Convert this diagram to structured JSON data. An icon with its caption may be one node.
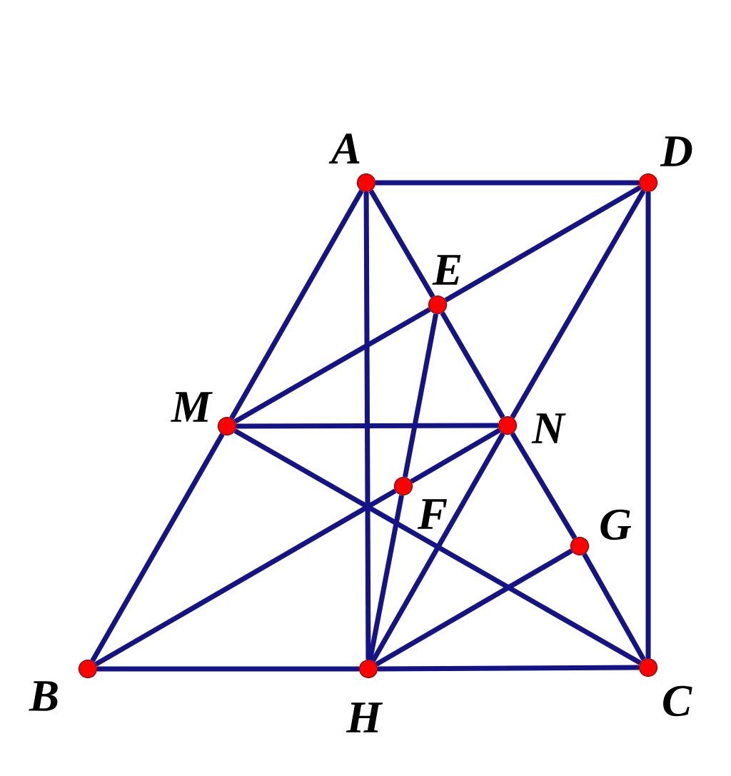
{
  "diagram": {
    "nodes": [
      {
        "text": [
          "A"
        ]
      },
      {
        "text": [
          "D"
        ]
      },
      {
        "text": [
          "E"
        ]
      },
      {
        "text": [
          "M"
        ]
      },
      {
        "text": [
          "N"
        ]
      },
      {
        "text": [
          "F"
        ]
      },
      {
        "text": [
          "G"
        ]
      },
      {
        "text": [
          "B"
        ]
      },
      {
        "text": [
          "H"
        ]
      },
      {
        "text": [
          "C"
        ]
      }
    ],
    "edges": [
      {
        "from": 0,
        "to": 1,
        "arrow": "none"
      },
      {
        "from": 0,
        "to": 3,
        "arrow": "none"
      },
      {
        "from": 3,
        "to": 7,
        "arrow": "none"
      },
      {
        "from": 0,
        "to": 8,
        "arrow": "none"
      },
      {
        "from": 0,
        "to": 2,
        "arrow": "none"
      },
      {
        "from": 2,
        "to": 4,
        "arrow": "none"
      },
      {
        "from": 4,
        "to": 6,
        "arrow": "none"
      },
      {
        "from": 6,
        "to": 9,
        "arrow": "none"
      },
      {
        "from": 1,
        "to": 9,
        "arrow": "none"
      },
      {
        "from": 1,
        "to": 2,
        "arrow": "none"
      },
      {
        "from": 2,
        "to": 3,
        "arrow": "none"
      },
      {
        "from": 1,
        "to": 4,
        "arrow": "none"
      },
      {
        "from": 4,
        "to": 8,
        "arrow": "none"
      },
      {
        "from": 3,
        "to": 4,
        "arrow": "none"
      },
      {
        "from": 3,
        "to": 9,
        "arrow": "none"
      },
      {
        "from": 7,
        "to": 5,
        "arrow": "none"
      },
      {
        "from": 5,
        "to": 4,
        "arrow": "none"
      },
      {
        "from": 2,
        "to": 5,
        "arrow": "none"
      },
      {
        "from": 5,
        "to": 8,
        "arrow": "none"
      },
      {
        "from": 8,
        "to": 6,
        "arrow": "none"
      },
      {
        "from": 7,
        "to": 8,
        "arrow": "none"
      },
      {
        "from": 8,
        "to": 9,
        "arrow": "none"
      }
    ]
  }
}
